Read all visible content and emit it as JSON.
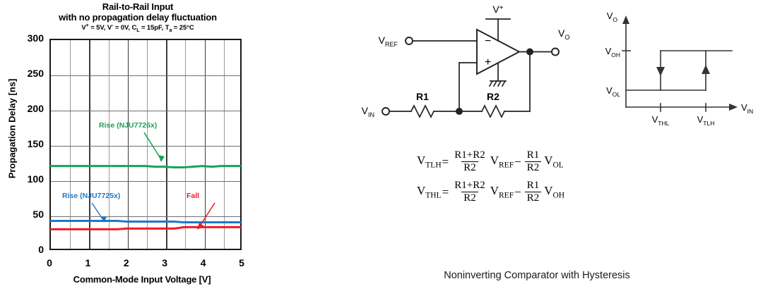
{
  "chart_data": {
    "type": "line",
    "title": "Rail-to-Rail Input",
    "title_line2": "with no propagation delay fluctuation",
    "subtitle": "V+ = 5V, V- = 0V, CL = 15pF, Ta = 25°C",
    "subtitle_parts": {
      "vplus_label": "V",
      "vplus_sup": "+",
      "vplus_val": " = 5V, ",
      "vminus_label": "V",
      "vminus_sup": "-",
      "vminus_val": " = 0V, ",
      "cl_label": "C",
      "cl_sub": "L",
      "cl_val": " = 15pF, ",
      "ta_label": "T",
      "ta_sub": "a",
      "ta_val": " = 25°C"
    },
    "xlabel": "Common-Mode Input Voltage [V]",
    "ylabel": "Propagation Delay [ns]",
    "xlim": [
      0,
      5
    ],
    "ylim": [
      0,
      300
    ],
    "xticks": [
      "0",
      "1",
      "2",
      "3",
      "4",
      "5"
    ],
    "yticks": [
      "0",
      "50",
      "100",
      "150",
      "200",
      "250",
      "300"
    ],
    "grid": "major and minor vertical every 0.5V, horizontal every 50ns",
    "legend_position": "inline annotations",
    "series": [
      {
        "name": "Rise (NJU7726x)",
        "color": "#17a354",
        "x": [
          0,
          0.25,
          0.5,
          0.75,
          1.0,
          1.25,
          1.5,
          1.75,
          2.0,
          2.25,
          2.5,
          2.75,
          3.0,
          3.25,
          3.5,
          3.75,
          4.0,
          4.25,
          4.5,
          4.75,
          5.0
        ],
        "values": [
          119,
          119,
          119,
          119,
          119,
          119,
          119,
          119,
          119,
          119,
          119,
          118,
          118,
          117,
          117,
          118,
          119,
          118,
          119,
          119,
          119
        ]
      },
      {
        "name": "Rise (NJU7725x)",
        "color": "#1f78c8",
        "x": [
          0,
          0.25,
          0.5,
          0.75,
          1.0,
          1.25,
          1.5,
          1.75,
          2.0,
          2.25,
          2.5,
          2.75,
          3.0,
          3.25,
          3.5,
          3.75,
          4.0,
          4.25,
          4.5,
          4.75,
          5.0
        ],
        "values": [
          40,
          40,
          40,
          40,
          40,
          40,
          40,
          40,
          39,
          39,
          39,
          39,
          39,
          39,
          38,
          38,
          38,
          38,
          38,
          38,
          38
        ]
      },
      {
        "name": "Fall",
        "color": "#ee1c25",
        "x": [
          0,
          0.25,
          0.5,
          0.75,
          1.0,
          1.25,
          1.5,
          1.75,
          2.0,
          2.25,
          2.5,
          2.75,
          3.0,
          3.25,
          3.4,
          3.5,
          3.75,
          4.0,
          4.25,
          4.5,
          4.75,
          5.0
        ],
        "values": [
          28,
          28,
          28,
          28,
          28,
          28,
          28,
          28,
          29,
          29,
          29,
          29,
          29,
          29,
          30,
          31,
          31,
          31,
          31,
          31,
          31,
          31
        ]
      }
    ],
    "annotations": [
      {
        "text": "Rise (NJU7726x)",
        "color": "#17a354"
      },
      {
        "text": "Rise (NJU7725x)",
        "color": "#1f78c8"
      },
      {
        "text": "Fall",
        "color": "#ee1c25"
      }
    ]
  },
  "circuit": {
    "labels": {
      "vref": "V",
      "vref_sub": "REF",
      "vin": "V",
      "vin_sub": "IN",
      "vo": "V",
      "vo_sub": "O",
      "vplus": "V",
      "vplus_sup": "+",
      "r1": "R1",
      "r2": "R2",
      "minus": "−",
      "plus": "+"
    }
  },
  "hysteresis": {
    "y_axis": "V",
    "y_axis_sub": "O",
    "x_axis": "V",
    "x_axis_sub": "IN",
    "voh": "V",
    "voh_sub": "OH",
    "vol": "V",
    "vol_sub": "OL",
    "vthl": "V",
    "vthl_sub": "THL",
    "vtlh": "V",
    "vtlh_sub": "TLH"
  },
  "formulas": [
    {
      "lhs": "V",
      "lhs_sub": "TLH",
      "eq": "=",
      "num1": "R1+R2",
      "den1": "R2",
      "t1": "V",
      "t1_sub": "REF",
      "op": "−",
      "num2": "R1",
      "den2": "R2",
      "t2": "V",
      "t2_sub": "OL"
    },
    {
      "lhs": "V",
      "lhs_sub": "THL",
      "eq": "=",
      "num1": "R1+R2",
      "den1": "R2",
      "t1": "V",
      "t1_sub": "REF",
      "op": "−",
      "num2": "R1",
      "den2": "R2",
      "t2": "V",
      "t2_sub": "OH"
    }
  ],
  "caption": "Noninverting Comparator with Hysteresis"
}
